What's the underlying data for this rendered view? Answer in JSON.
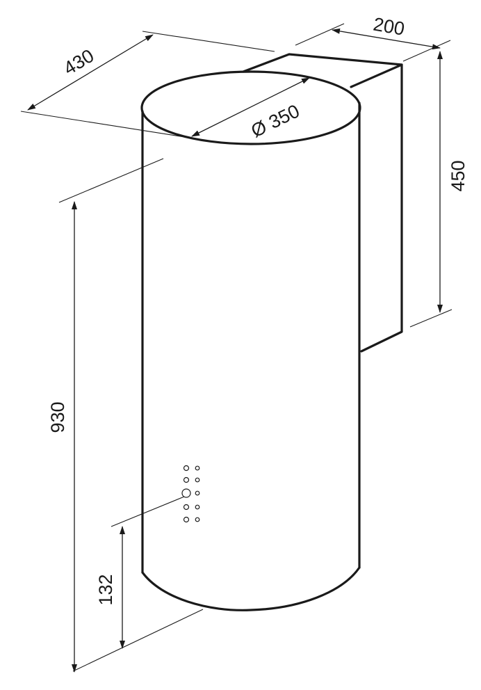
{
  "diagram": {
    "dimensions": {
      "depth_overall": "430",
      "chimney_width": "200",
      "diameter": "Ø 350",
      "chimney_height": "450",
      "body_height": "930",
      "controls_height": "132"
    },
    "colors": {
      "line": "#1a1a1a",
      "background": "#ffffff"
    }
  }
}
